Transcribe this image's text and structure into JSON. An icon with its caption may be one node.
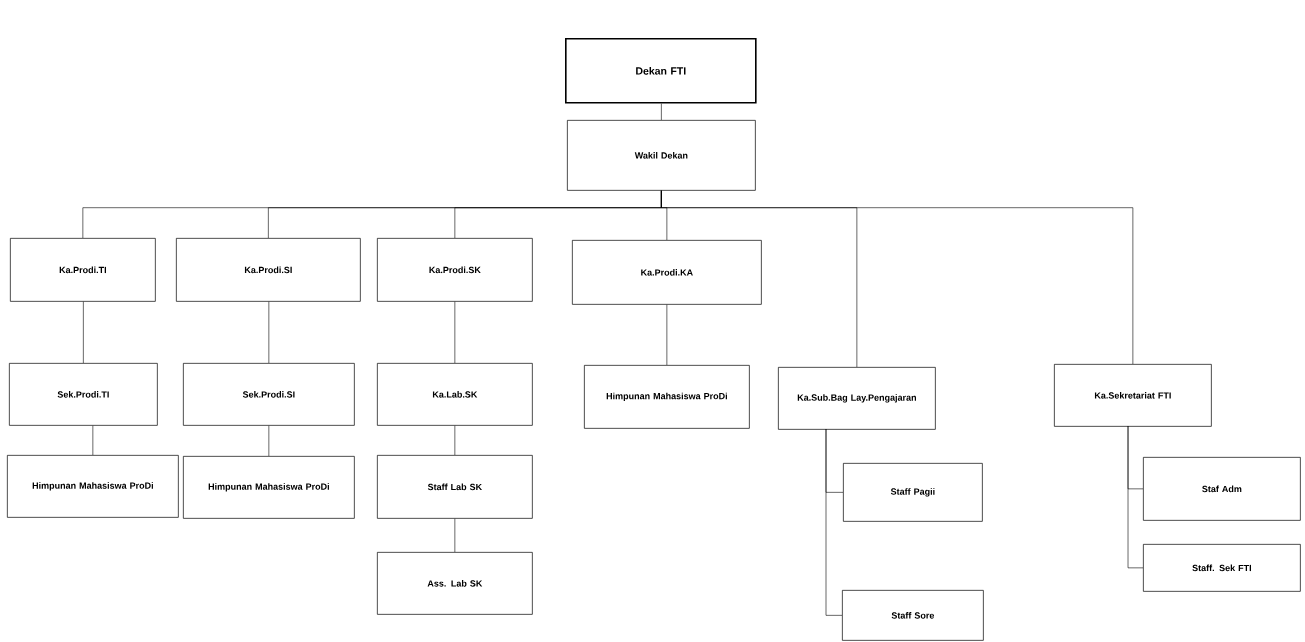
{
  "diagram": {
    "nodes": [
      {
        "text": [
          "Dekan FTI"
        ]
      },
      {
        "text": [
          "Wakil Dekan"
        ]
      },
      {
        "text": [
          "Ka.Prodi.TI"
        ]
      },
      {
        "text": [
          "Ka.Prodi.SI"
        ]
      },
      {
        "text": [
          "Ka.Prodi.SK"
        ]
      },
      {
        "text": [
          "Ka.Prodi.KA"
        ]
      },
      {
        "text": [
          "Ka.Sub.Bag Lay.Pengajaran"
        ]
      },
      {
        "text": [
          "Ka.Sekretariat FTI"
        ]
      },
      {
        "text": [
          "Sek.Prodi.TI"
        ]
      },
      {
        "text": [
          "Sek.Prodi.SI"
        ]
      },
      {
        "text": [
          "Ka.Lab.SK"
        ]
      },
      {
        "text": [
          "Himpunan Mahasiswa ProDi"
        ]
      },
      {
        "text": [
          "Himpunan Mahasiswa ProDi"
        ]
      },
      {
        "text": [
          "Himpunan Mahasiswa ProDi"
        ]
      },
      {
        "text": [
          "Staff Lab SK"
        ]
      },
      {
        "text": [
          "Ass. Lab SK"
        ]
      },
      {
        "text": [
          "Staff Pagii"
        ]
      },
      {
        "text": [
          "Staff Sore"
        ]
      },
      {
        "text": [
          "Staf Adm"
        ]
      },
      {
        "text": [
          "Staff. Sek FTI"
        ]
      }
    ],
    "edges": [
      {
        "from": 0,
        "to": 1,
        "arrow": "none"
      },
      {
        "from": 1,
        "to": 2,
        "arrow": "none"
      },
      {
        "from": 1,
        "to": 3,
        "arrow": "none"
      },
      {
        "from": 1,
        "to": 4,
        "arrow": "none"
      },
      {
        "from": 1,
        "to": 5,
        "arrow": "none"
      },
      {
        "from": 1,
        "to": 6,
        "arrow": "none"
      },
      {
        "from": 1,
        "to": 7,
        "arrow": "none"
      },
      {
        "from": 2,
        "to": 8,
        "arrow": "none"
      },
      {
        "from": 8,
        "to": 12,
        "arrow": "none"
      },
      {
        "from": 3,
        "to": 9,
        "arrow": "none"
      },
      {
        "from": 9,
        "to": 13,
        "arrow": "none"
      },
      {
        "from": 4,
        "to": 10,
        "arrow": "none"
      },
      {
        "from": 10,
        "to": 14,
        "arrow": "none"
      },
      {
        "from": 14,
        "to": 15,
        "arrow": "none"
      },
      {
        "from": 5,
        "to": 11,
        "arrow": "none"
      },
      {
        "from": 6,
        "to": 16,
        "arrow": "none"
      },
      {
        "from": 6,
        "to": 17,
        "arrow": "none"
      },
      {
        "from": 7,
        "to": 18,
        "arrow": "none"
      },
      {
        "from": 7,
        "to": 19,
        "arrow": "none"
      }
    ]
  }
}
